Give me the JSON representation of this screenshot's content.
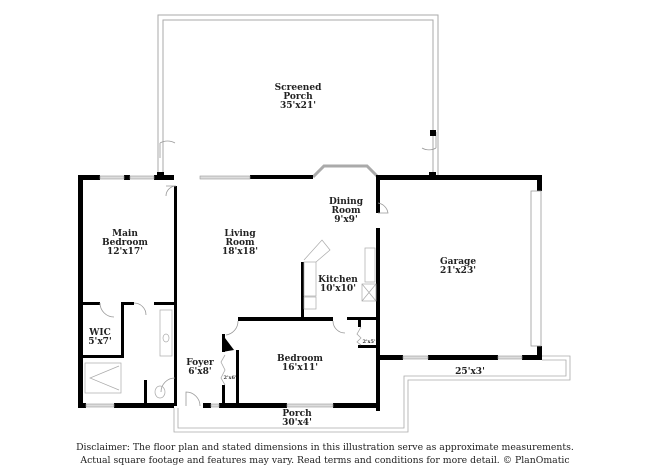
{
  "plan": {
    "rooms": [
      {
        "id": "screened-porch",
        "name": "Screened Porch",
        "line1": "Screened",
        "line2": "Porch",
        "dims": "35'x21'"
      },
      {
        "id": "main-bedroom",
        "name": "Main Bedroom",
        "line1": "Main",
        "line2": "Bedroom",
        "dims": "12'x17'"
      },
      {
        "id": "living-room",
        "name": "Living Room",
        "line1": "Living",
        "line2": "Room",
        "dims": "18'x18'"
      },
      {
        "id": "dining-room",
        "name": "Dining Room",
        "line1": "Dining",
        "line2": "Room",
        "dims": "9'x9'"
      },
      {
        "id": "kitchen",
        "name": "Kitchen",
        "line1": "Kitchen",
        "dims": "10'x10'"
      },
      {
        "id": "garage",
        "name": "Garage",
        "line1": "Garage",
        "dims": "21'x23'"
      },
      {
        "id": "wic",
        "name": "WIC",
        "line1": "WIC",
        "dims": "5'x7'"
      },
      {
        "id": "foyer",
        "name": "Foyer",
        "line1": "Foyer",
        "dims": "6'x8'"
      },
      {
        "id": "bedroom",
        "name": "Bedroom",
        "line1": "Bedroom",
        "dims": "16'x11'"
      },
      {
        "id": "porch",
        "name": "Porch",
        "line1": "Porch",
        "dims": "30'x4'"
      },
      {
        "id": "side-porch",
        "name": "",
        "dims": "25'x3'"
      }
    ],
    "closets": [
      {
        "id": "closet-foyer",
        "dims": "2'x6'"
      },
      {
        "id": "closet-bedroom",
        "dims": "2'x5'"
      }
    ]
  },
  "disclaimer": {
    "line1": "Disclaimer: The floor plan and stated dimensions in this illustration serve as approximate measurements.",
    "line2": "Actual square footage and features may vary. Read terms and conditions for more detail. © PlanOmatic"
  },
  "colors": {
    "wall": "#000000",
    "window": "#bbbbbb",
    "outline": "#aaaaaa",
    "text": "#222222"
  }
}
